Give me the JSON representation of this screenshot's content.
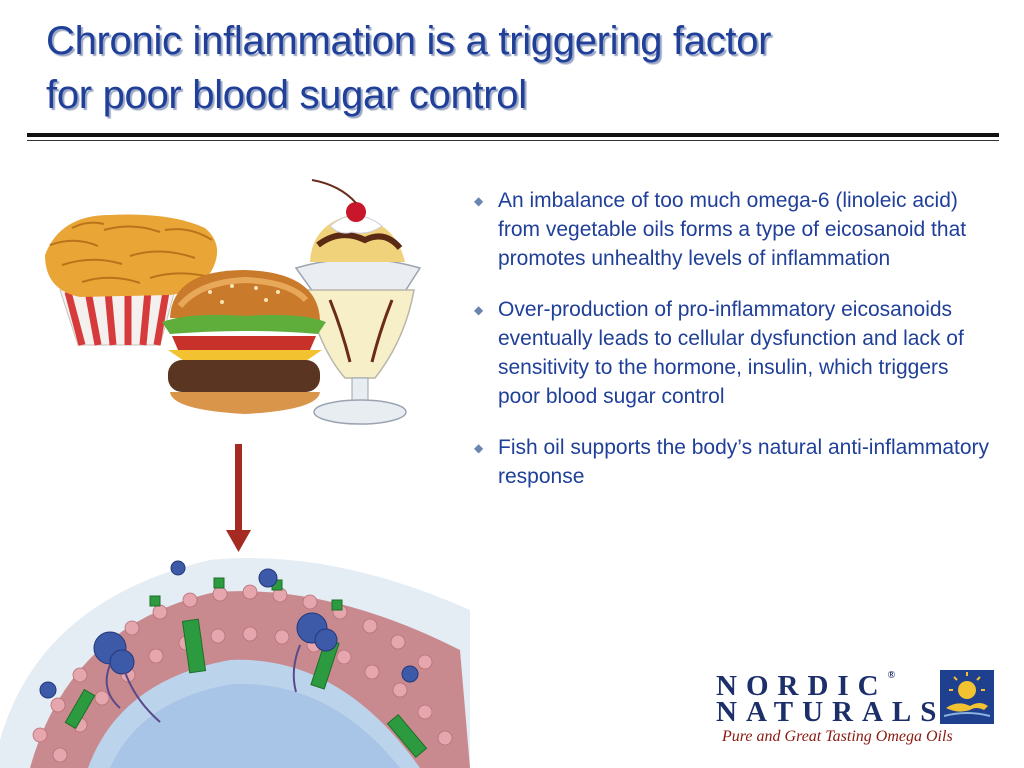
{
  "slide": {
    "title_lines": [
      "Chronic inflammation is a triggering factor",
      "for poor blood sugar control"
    ],
    "bullets": [
      "An imbalance of too much omega-6 (linoleic acid) from vegetable oils forms a type of eicosanoid that promotes unhealthy levels of inflammation",
      "Over-production of pro-inflammatory eicosanoids eventually leads to cellular dysfunction and lack of sensitivity to the hormone, insulin, which triggers poor blood sugar control",
      "Fish oil supports the body’s natural anti-inflammatory response"
    ]
  },
  "logo": {
    "line1": "NORDIC",
    "registered": "®",
    "line2": "NATURALS",
    "tagline": "Pure and Great Tasting Omega Oils"
  },
  "colors": {
    "title": "#1f3f99",
    "arrow": "#a52a22",
    "tagline": "#8a1a10"
  }
}
